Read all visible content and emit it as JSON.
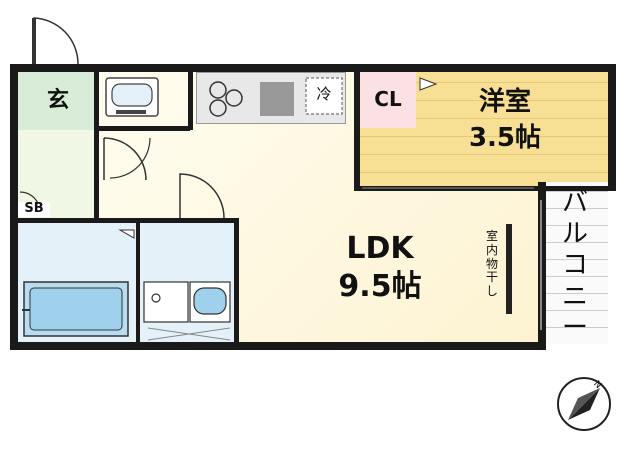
{
  "rooms": {
    "entrance": {
      "label": "玄"
    },
    "shoe_box": {
      "label": "SB"
    },
    "closet": {
      "label": "CL"
    },
    "western_room": {
      "name": "洋室",
      "size": "3.5帖"
    },
    "ldk": {
      "name": "LDK",
      "size": "9.5帖"
    },
    "balcony": {
      "label": "バルコニー"
    }
  },
  "fixtures": {
    "fridge": {
      "label": "冷"
    },
    "indoor_drying": {
      "label": "室内物干し"
    }
  },
  "colors": {
    "floor_wood": "#f7df95",
    "floor_ldk": "#fdf6dc",
    "floor_tile": "#e4f1f8",
    "floor_entrance": "#f0f7e4",
    "floor_closet": "#fbe0e4",
    "wall": "#1a1a1a"
  },
  "compass": {
    "label": "N"
  }
}
